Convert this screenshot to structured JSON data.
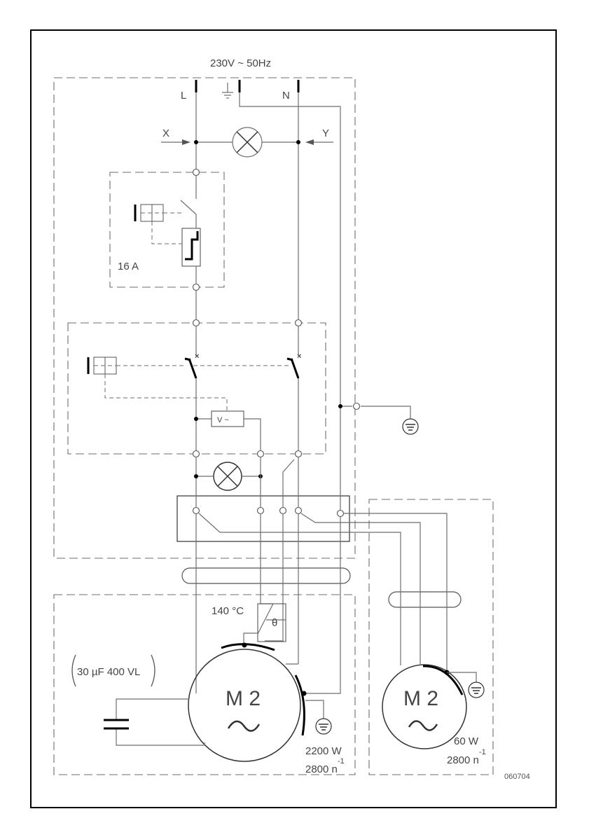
{
  "labels": {
    "supply": "230V ~ 50Hz",
    "line": "L",
    "neutral": "N",
    "point_x": "X",
    "point_y": "Y",
    "breaker_rating": "16 A",
    "voltage_relay": "V ~",
    "thermal": "140 °C",
    "thermal_symbol": "θ",
    "capacitor": "30 µF 400 VL",
    "motor_main": "M 2",
    "motor_main_tilde": "~",
    "motor_main_power": "2200 W",
    "motor_main_speed": "2800 n",
    "motor_main_speed_exp": "-1",
    "motor_aux": "M 2",
    "motor_aux_tilde": "~",
    "motor_aux_power": "60 W",
    "motor_aux_speed": "2800 n",
    "motor_aux_speed_exp": "-1",
    "drawing_code": "060704"
  },
  "icons": [
    "ground-icon",
    "lamp-icon",
    "motor-icon",
    "capacitor-icon",
    "switch-icon",
    "terminal-icon"
  ],
  "colors": {
    "lines": "#6e6e6e",
    "heavy": "#000000",
    "text": "#444444"
  }
}
